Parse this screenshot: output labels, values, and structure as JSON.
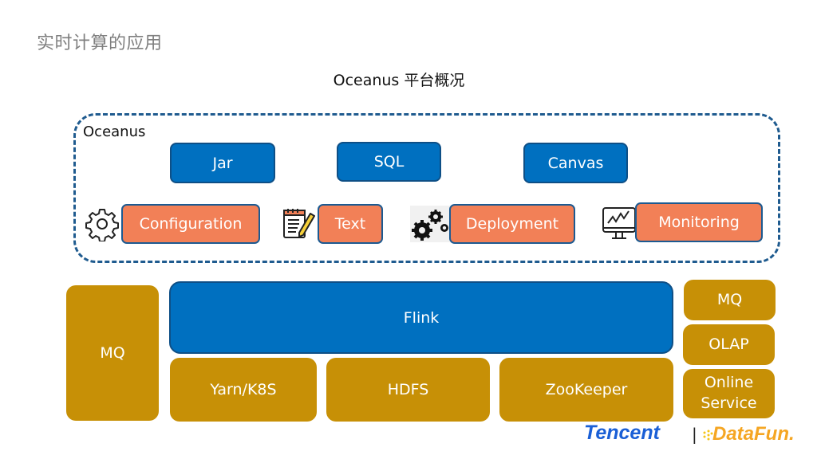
{
  "slide": {
    "title": "实时计算的应用",
    "diagram_title": "Oceanus 平台概况"
  },
  "oceanus": {
    "frame_label": "Oceanus",
    "job_types": [
      "Jar",
      "SQL",
      "Canvas"
    ],
    "features": [
      {
        "label": "Configuration",
        "icon": "gear-outline-icon"
      },
      {
        "label": "Text",
        "icon": "notepad-pencil-icon"
      },
      {
        "label": "Deployment",
        "icon": "gears-icon"
      },
      {
        "label": "Monitoring",
        "icon": "monitor-chart-icon"
      }
    ]
  },
  "stack": {
    "left": "MQ",
    "engine": "Flink",
    "infra": [
      "Yarn/K8S",
      "HDFS",
      "ZooKeeper"
    ],
    "right": [
      "MQ",
      "OLAP",
      "Online\nService"
    ]
  },
  "footer": {
    "logo_left": "Tencent",
    "separator": "|",
    "logo_right": "DataFun."
  },
  "colors": {
    "blue": "#0070c0",
    "orange": "#f28057",
    "gold": "#c79006",
    "dashed_border": "#1f5b8f",
    "tencent_blue": "#1a5fd6",
    "datafun_orange": "#f5a623"
  }
}
